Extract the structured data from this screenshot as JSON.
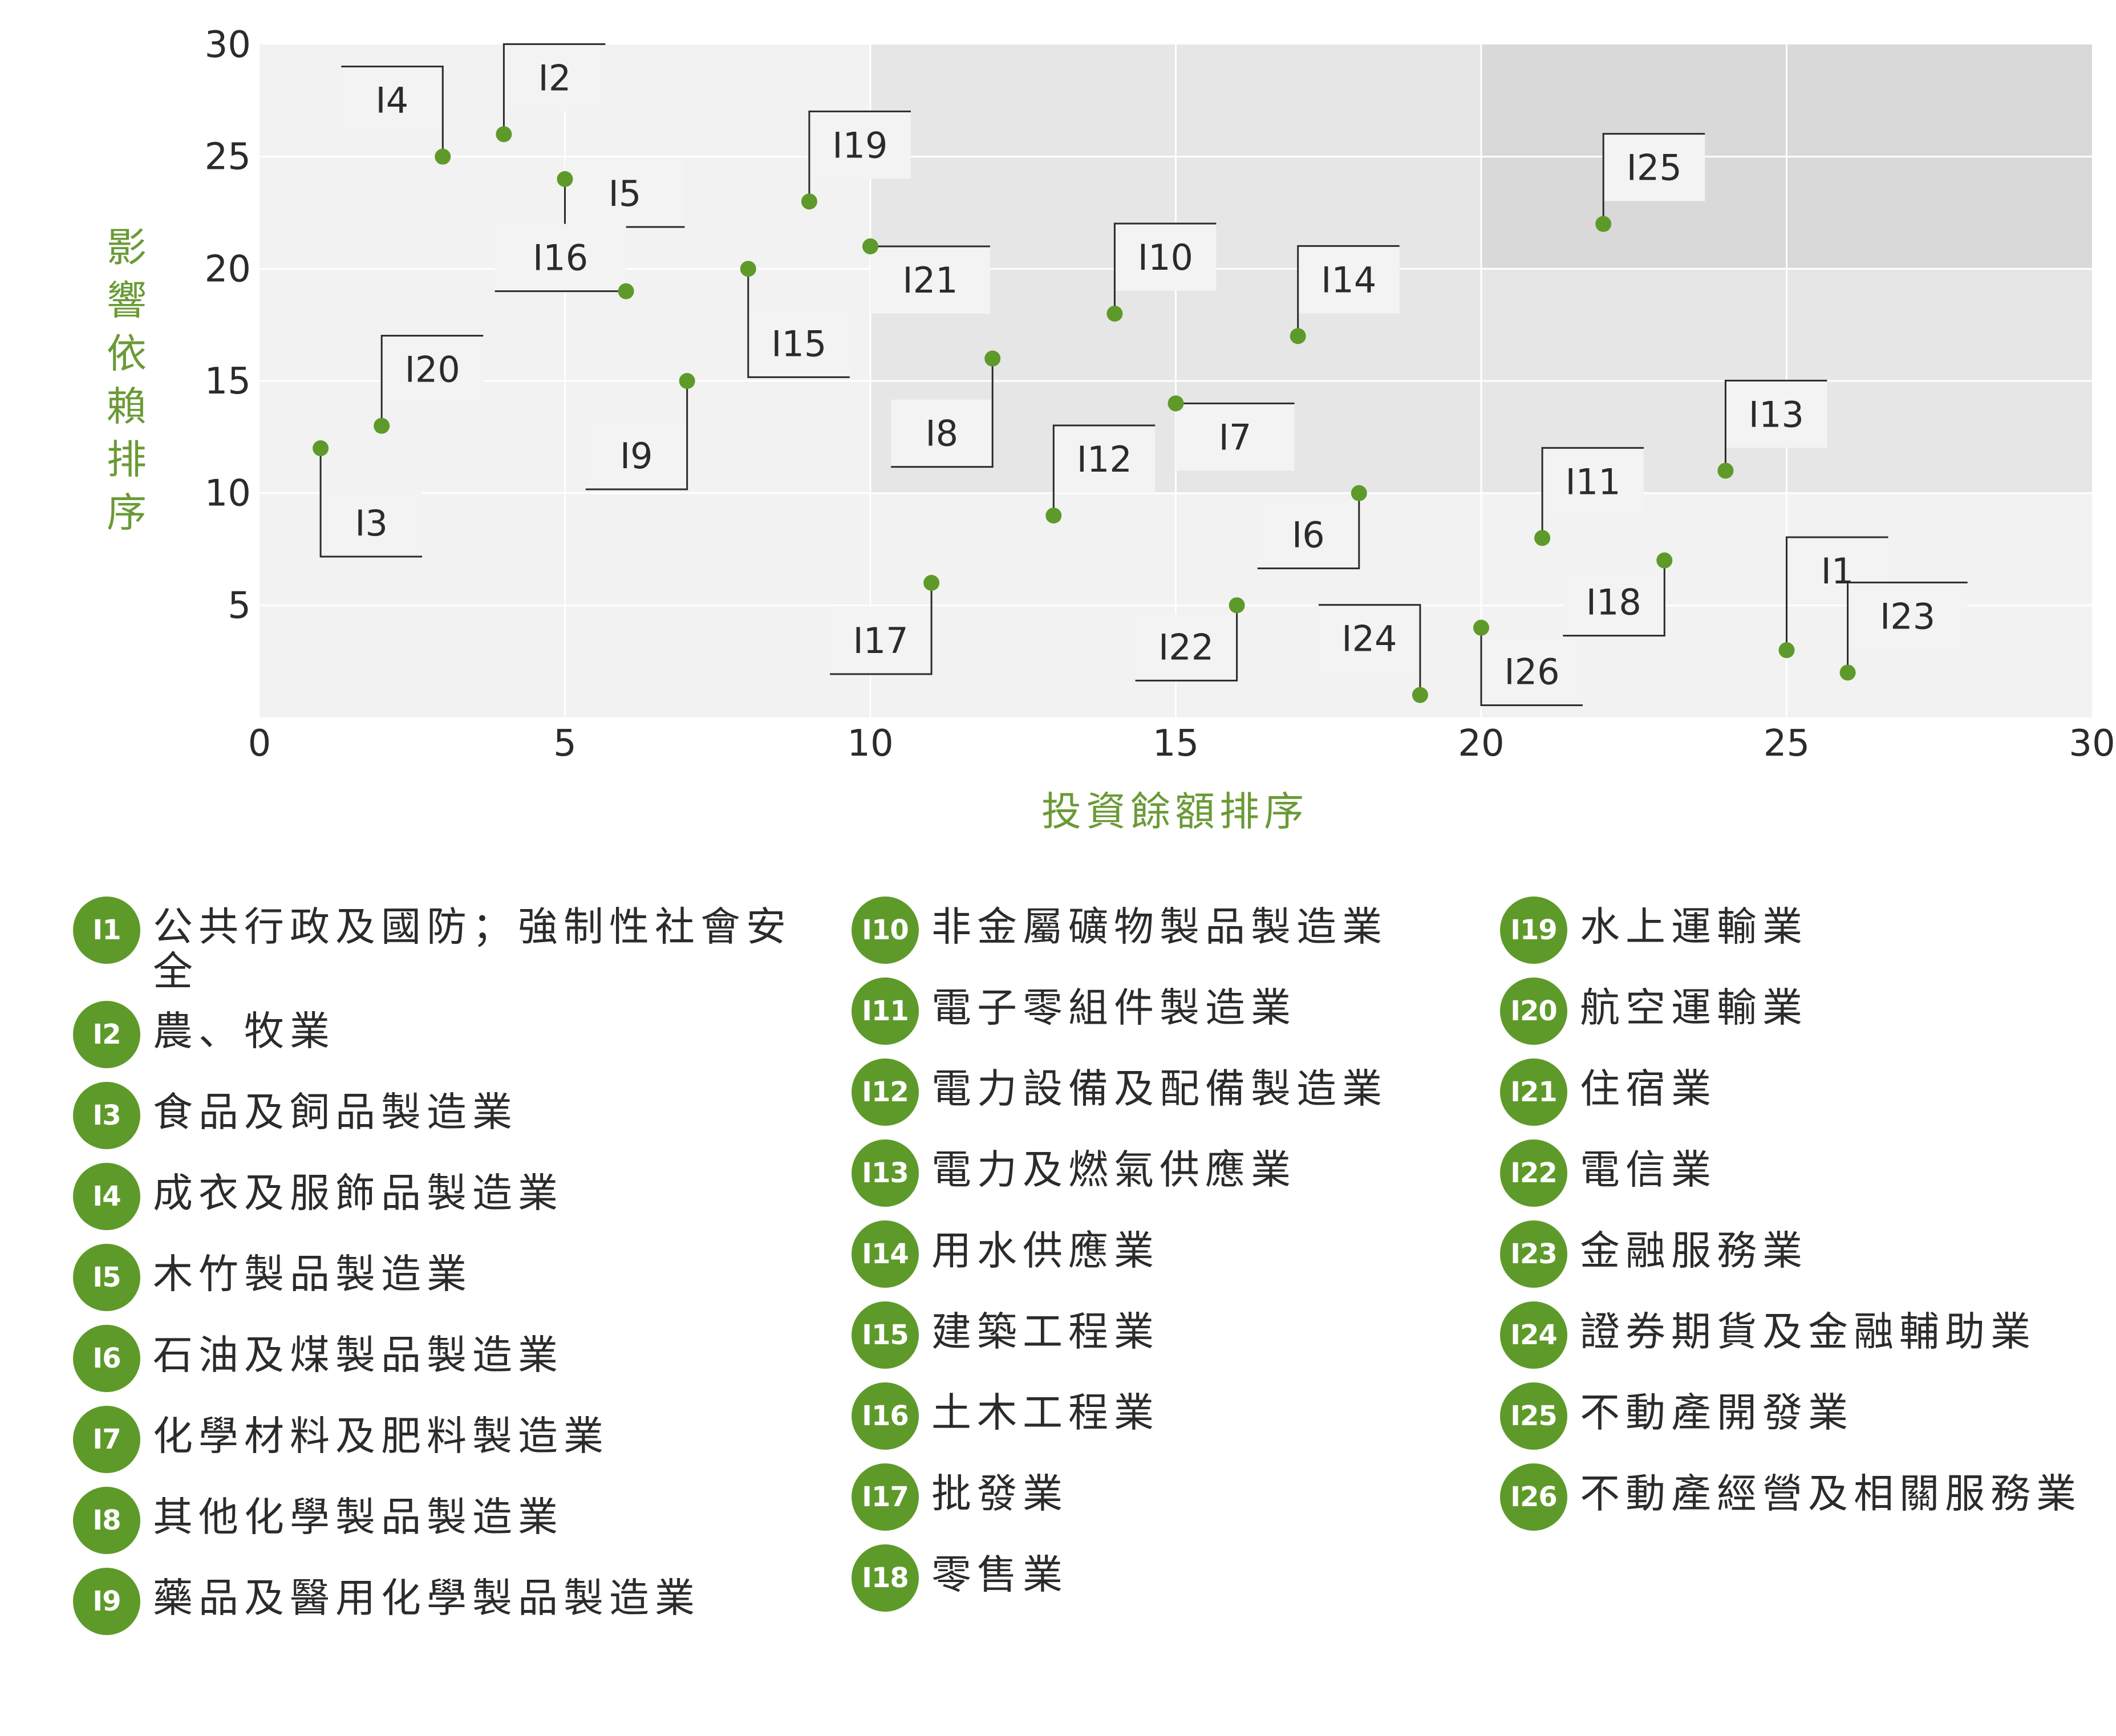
{
  "colors": {
    "accent": "#5e9a2a",
    "axis_title": "#6a9a36",
    "zone_light": "#f2f2f2",
    "zone_mid": "#e6e6e6",
    "zone_dark": "#d9d9d9",
    "label_box": "#f3f3f3",
    "grid": "#ffffff"
  },
  "chart_data": {
    "type": "scatter",
    "xlabel": "投資餘額排序",
    "ylabel": "影響依賴排序",
    "xlim": [
      0,
      30
    ],
    "ylim": [
      0,
      30
    ],
    "x_ticks": [
      "0",
      "5",
      "10",
      "15",
      "20",
      "25",
      "30"
    ],
    "y_ticks": [
      "5",
      "10",
      "15",
      "20",
      "25",
      "30"
    ],
    "grid": true,
    "shaded_zones": [
      {
        "x": [
          0,
          30
        ],
        "y": [
          0,
          10
        ],
        "tone": "light"
      },
      {
        "x": [
          0,
          10
        ],
        "y": [
          10,
          30
        ],
        "tone": "light"
      },
      {
        "x": [
          10,
          30
        ],
        "y": [
          10,
          30
        ],
        "tone": "mid"
      },
      {
        "x": [
          20,
          30
        ],
        "y": [
          20,
          30
        ],
        "tone": "dark"
      }
    ],
    "points": [
      {
        "id": "I1",
        "x": 25,
        "y": 3
      },
      {
        "id": "I2",
        "x": 4,
        "y": 26
      },
      {
        "id": "I3",
        "x": 1,
        "y": 12
      },
      {
        "id": "I4",
        "x": 3,
        "y": 25
      },
      {
        "id": "I5",
        "x": 5,
        "y": 24
      },
      {
        "id": "I6",
        "x": 18,
        "y": 10
      },
      {
        "id": "I7",
        "x": 15,
        "y": 14
      },
      {
        "id": "I8",
        "x": 12,
        "y": 16
      },
      {
        "id": "I9",
        "x": 7,
        "y": 15
      },
      {
        "id": "I10",
        "x": 14,
        "y": 18
      },
      {
        "id": "I11",
        "x": 21,
        "y": 8
      },
      {
        "id": "I12",
        "x": 13,
        "y": 9
      },
      {
        "id": "I13",
        "x": 24,
        "y": 11
      },
      {
        "id": "I14",
        "x": 17,
        "y": 17
      },
      {
        "id": "I15",
        "x": 8,
        "y": 20
      },
      {
        "id": "I16",
        "x": 6,
        "y": 19
      },
      {
        "id": "I17",
        "x": 11,
        "y": 6
      },
      {
        "id": "I18",
        "x": 23,
        "y": 7
      },
      {
        "id": "I19",
        "x": 9,
        "y": 23
      },
      {
        "id": "I20",
        "x": 2,
        "y": 13
      },
      {
        "id": "I21",
        "x": 10,
        "y": 21
      },
      {
        "id": "I22",
        "x": 16,
        "y": 5
      },
      {
        "id": "I23",
        "x": 26,
        "y": 2
      },
      {
        "id": "I24",
        "x": 19,
        "y": 1
      },
      {
        "id": "I25",
        "x": 22,
        "y": 22
      },
      {
        "id": "I26",
        "x": 20,
        "y": 4
      }
    ]
  },
  "legend": [
    {
      "id": "I1",
      "name": "公共行政及國防；強制性社會安全"
    },
    {
      "id": "I2",
      "name": "農、牧業"
    },
    {
      "id": "I3",
      "name": "食品及飼品製造業"
    },
    {
      "id": "I4",
      "name": "成衣及服飾品製造業"
    },
    {
      "id": "I5",
      "name": "木竹製品製造業"
    },
    {
      "id": "I6",
      "name": "石油及煤製品製造業"
    },
    {
      "id": "I7",
      "name": "化學材料及肥料製造業"
    },
    {
      "id": "I8",
      "name": "其他化學製品製造業"
    },
    {
      "id": "I9",
      "name": "藥品及醫用化學製品製造業"
    },
    {
      "id": "I10",
      "name": "非金屬礦物製品製造業"
    },
    {
      "id": "I11",
      "name": "電子零組件製造業"
    },
    {
      "id": "I12",
      "name": "電力設備及配備製造業"
    },
    {
      "id": "I13",
      "name": "電力及燃氣供應業"
    },
    {
      "id": "I14",
      "name": "用水供應業"
    },
    {
      "id": "I15",
      "name": "建築工程業"
    },
    {
      "id": "I16",
      "name": "土木工程業"
    },
    {
      "id": "I17",
      "name": "批發業"
    },
    {
      "id": "I18",
      "name": "零售業"
    },
    {
      "id": "I19",
      "name": "水上運輸業"
    },
    {
      "id": "I20",
      "name": "航空運輸業"
    },
    {
      "id": "I21",
      "name": "住宿業"
    },
    {
      "id": "I22",
      "name": "電信業"
    },
    {
      "id": "I23",
      "name": "金融服務業"
    },
    {
      "id": "I24",
      "name": "證券期貨及金融輔助業"
    },
    {
      "id": "I25",
      "name": "不動產開發業"
    },
    {
      "id": "I26",
      "name": "不動產經營及相關服務業"
    }
  ]
}
